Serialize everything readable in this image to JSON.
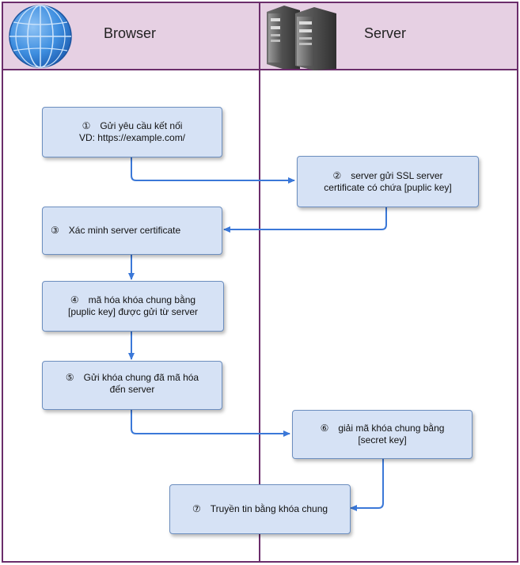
{
  "lanes": {
    "browser": {
      "title": "Browser",
      "icon": "globe-icon"
    },
    "server": {
      "title": "Server",
      "icon": "server-rack-icon"
    }
  },
  "steps": [
    {
      "num": "①",
      "lines": [
        "Gửi yêu cầu kết nối",
        "VD: https://example.com/"
      ]
    },
    {
      "num": "②",
      "lines": [
        "server gửi SSL server",
        "certificate có chứa  [puplic key]"
      ]
    },
    {
      "num": "③",
      "lines": [
        "Xác minh server certificate"
      ]
    },
    {
      "num": "④",
      "lines": [
        "mã hóa khóa chung bằng",
        "[puplic key] được gửi từ server"
      ]
    },
    {
      "num": "⑤",
      "lines": [
        "Gửi khóa chung đã mã hóa",
        "đến server"
      ]
    },
    {
      "num": "⑥",
      "lines": [
        "giải mã khóa chung bằng",
        "[secret key]"
      ]
    },
    {
      "num": "⑦",
      "lines": [
        "Truyền tin bằng khóa chung"
      ]
    }
  ],
  "colors": {
    "header": "#e6d0e3",
    "lane_border": "#6b2d6b",
    "box_fill": "#d6e2f5",
    "box_border": "#6c8ebf",
    "arrow": "#3b78d8"
  }
}
